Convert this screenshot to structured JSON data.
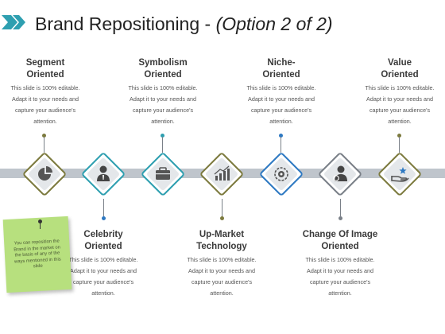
{
  "slide": {
    "title": "Brand Repositioning - ",
    "title_sub": "(Option 2 of 2)"
  },
  "colors": {
    "teal": "#2e9fb0",
    "olive": "#7c7a3e",
    "blue": "#2e79c2",
    "grey_band": "#bfc5cc"
  },
  "top_items": [
    {
      "heading": "Segment\nOriented",
      "line1": "This slide is 100% editable.",
      "line2": "Adapt it to your needs and",
      "line3": "capture your audience's",
      "line4": "attention."
    },
    {
      "heading": "Symbolism\nOriented",
      "line1": "This slide is 100% editable.",
      "line2": "Adapt it to your needs and",
      "line3": "capture your audience's",
      "line4": "attention."
    },
    {
      "heading": "Niche-\nOriented",
      "line1": "This slide is 100% editable.",
      "line2": "Adapt it to your needs and",
      "line3": "capture your audience's",
      "line4": "attention."
    },
    {
      "heading": "Value\nOriented",
      "line1": "This slide is 100% editable.",
      "line2": "Adapt it to your needs and",
      "line3": "capture your audience's",
      "line4": "attention."
    }
  ],
  "bottom_items": [
    {
      "heading": "Celebrity\nOriented",
      "line1": "This slide is 100% editable.",
      "line2": "Adapt it to your needs and",
      "line3": "capture your audience's",
      "line4": "attention."
    },
    {
      "heading": "Up-Market\nTechnology",
      "line1": "This slide is 100% editable.",
      "line2": "Adapt it to your needs and",
      "line3": "capture your audience's",
      "line4": "attention."
    },
    {
      "heading": "Change Of Image\nOriented",
      "line1": "This slide is 100% editable.",
      "line2": "Adapt it to your needs and",
      "line3": "capture your audience's",
      "line4": "attention."
    }
  ],
  "nodes": [
    {
      "icon": "pie-chart-icon"
    },
    {
      "icon": "business-person-icon"
    },
    {
      "icon": "briefcase-icon"
    },
    {
      "icon": "bar-chart-icon"
    },
    {
      "icon": "target-gear-icon"
    },
    {
      "icon": "person-cycle-icon"
    },
    {
      "icon": "hand-star-icon"
    }
  ],
  "note": {
    "text": "You can reposition the Brand in the market on the basis of any of the ways mentioned in this slide"
  }
}
